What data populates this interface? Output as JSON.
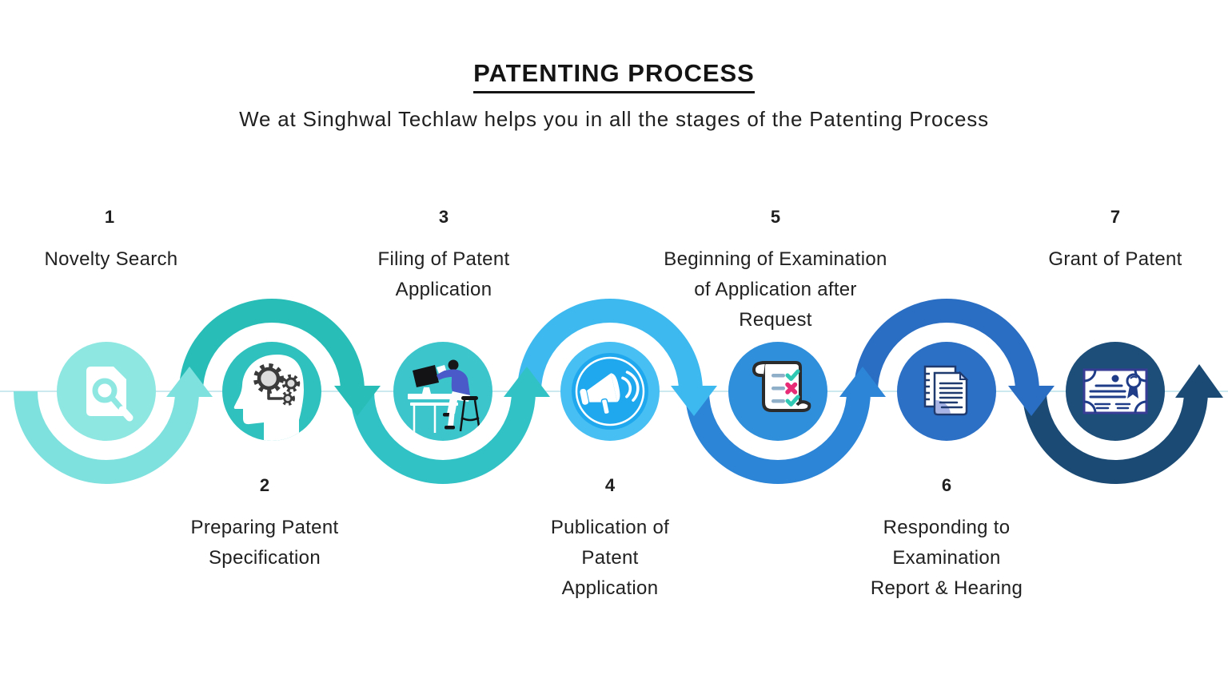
{
  "title": "PATENTING PROCESS",
  "subtitle": "We at Singhwal Techlaw helps you in all the stages of the Patenting Process",
  "steps": [
    {
      "number": "1",
      "label": "Novelty Search",
      "label_position": "top",
      "icon": "document-search-icon",
      "circle_color": "#8FE7E2",
      "arc_color": "#7FE1DD"
    },
    {
      "number": "2",
      "label": "Preparing Patent\nSpecification",
      "label_position": "bottom",
      "icon": "head-gears-icon",
      "circle_color": "#2FC1BD",
      "arc_color": "#29BDB8"
    },
    {
      "number": "3",
      "label": "Filing of Patent\nApplication",
      "label_position": "top",
      "icon": "person-at-desk-icon",
      "circle_color": "#3CC6CC",
      "arc_color": "#31C2C6"
    },
    {
      "number": "4",
      "label": "Publication of\nPatent\nApplication",
      "label_position": "bottom",
      "icon": "megaphone-icon",
      "circle_color": "#47BFF2",
      "arc_color": "#3EB9F0"
    },
    {
      "number": "5",
      "label": "Beginning of Examination\nof Application after\nRequest",
      "label_position": "top",
      "icon": "examination-checklist-icon",
      "circle_color": "#2F8FDB",
      "arc_color": "#2C85D6"
    },
    {
      "number": "6",
      "label": "Responding to\nExamination\nReport & Hearing",
      "label_position": "bottom",
      "icon": "documents-icon",
      "circle_color": "#2C70C6",
      "arc_color": "#2A6EC3"
    },
    {
      "number": "7",
      "label": "Grant of Patent",
      "label_position": "top",
      "icon": "certificate-icon",
      "circle_color": "#1C4E79",
      "arc_color": "#1B4B75"
    }
  ],
  "colors": {
    "background": "#FFFFFF",
    "text": "#1F1F1F",
    "baseline_line": "#CDE9F0",
    "megaphone_inner_circle": "#1FA8EE",
    "check_mark": "#2FC8B2",
    "cross_mark": "#E82D76",
    "checklist_dash": "#8FAEC8",
    "certificate_ink": "#1F3C88"
  }
}
